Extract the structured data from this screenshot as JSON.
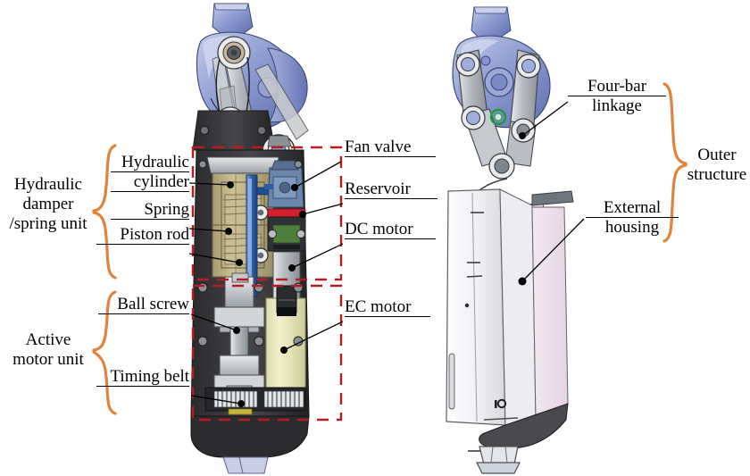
{
  "figure": {
    "type": "technical-exploded-annotation-diagram",
    "subject": "Powered prosthetic knee — internal assembly (left) and assembled outer view (right)"
  },
  "left_view": {
    "group_labels": [
      {
        "id": "hydraulic-damper-spring-unit",
        "lines": [
          "Hydraulic",
          "damper",
          "/spring unit"
        ]
      },
      {
        "id": "active-motor-unit",
        "lines": [
          "Active",
          "motor unit"
        ]
      }
    ],
    "callouts": [
      {
        "id": "hydraulic-cylinder",
        "lines": [
          "Hydraulic",
          "cylinder"
        ],
        "side": "left"
      },
      {
        "id": "spring",
        "lines": [
          "Spring"
        ],
        "side": "left"
      },
      {
        "id": "piston-rod",
        "lines": [
          "Piston rod"
        ],
        "side": "left"
      },
      {
        "id": "ball-screw",
        "lines": [
          "Ball screw"
        ],
        "side": "left"
      },
      {
        "id": "timing-belt",
        "lines": [
          "Timing belt"
        ],
        "side": "left"
      },
      {
        "id": "fan-valve",
        "lines": [
          "Fan valve"
        ],
        "side": "right"
      },
      {
        "id": "reservoir",
        "lines": [
          "Reservoir"
        ],
        "side": "right"
      },
      {
        "id": "dc-motor",
        "lines": [
          "DC motor"
        ],
        "side": "right"
      },
      {
        "id": "ec-motor",
        "lines": [
          "EC motor"
        ],
        "side": "right"
      }
    ],
    "highlight_boxes": [
      {
        "id": "hydraulic-unit-box",
        "style": "red-dashed"
      },
      {
        "id": "motor-unit-box",
        "style": "red-dashed"
      }
    ]
  },
  "right_view": {
    "group_labels": [
      {
        "id": "outer-structure",
        "lines": [
          "Outer",
          "structure"
        ]
      }
    ],
    "callouts": [
      {
        "id": "four-bar-linkage",
        "lines": [
          "Four-bar",
          "linkage"
        ],
        "side": "right"
      },
      {
        "id": "external-housing",
        "lines": [
          "External",
          "housing"
        ],
        "side": "right"
      }
    ]
  },
  "colors": {
    "brace_orange": "#E1833C",
    "dashed_red": "#B41C24",
    "leader_black": "#000000",
    "link_blue": "#8E9DD2",
    "link_blue_dark": "#5A6CAE",
    "metal_gray": "#BFC3C8",
    "metal_dark": "#7D8288",
    "body_dark": "#3A3A3C",
    "cylinder_tan": "#BCAC7E",
    "reservoir_blue": "#2C5FA8",
    "pump_blue": "#6A86AA",
    "pcb_green": "#4E7E3C",
    "band_red": "#D4202A",
    "ec_motor_cream": "#EDEBC0",
    "housing_white": "#F4F4F6",
    "housing_pink": "#EFE3EE"
  }
}
